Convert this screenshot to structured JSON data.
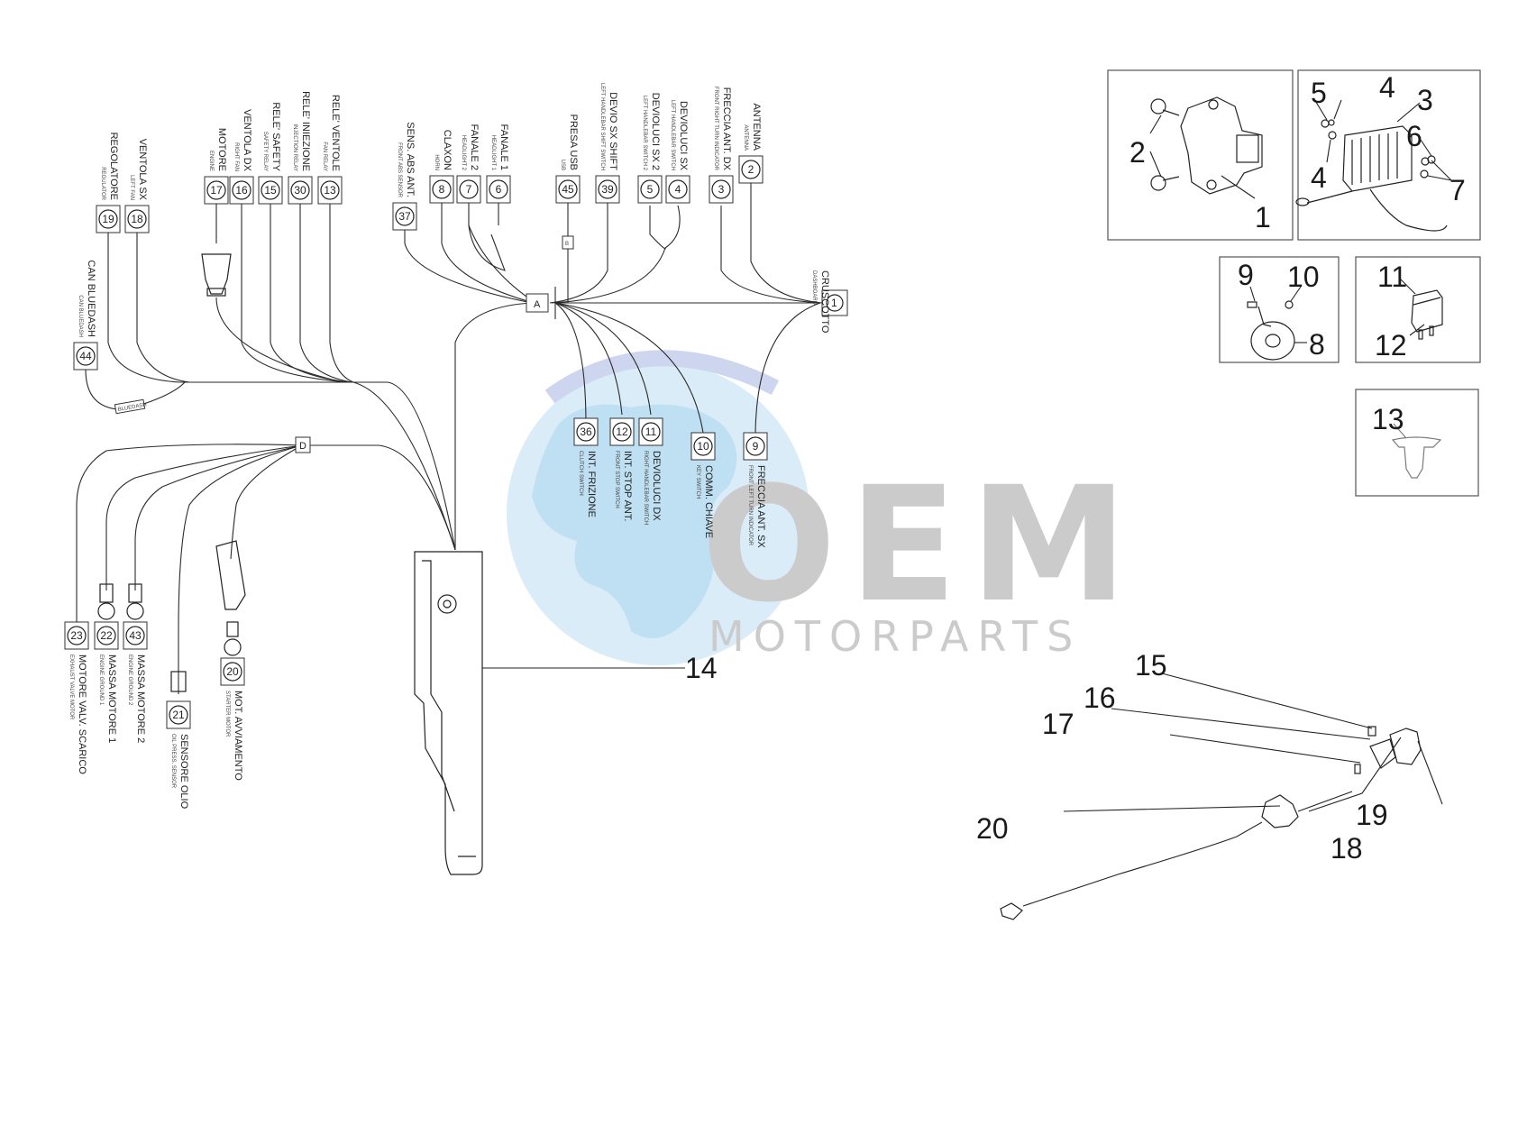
{
  "watermark": {
    "brand": "OEM",
    "tagline": "MOTORPARTS",
    "colors": {
      "globe_water": "#cfe8f7",
      "globe_land": "#b5d8ef",
      "brand_gray": "#c6c6c6",
      "brand_blue": "#5aa9e0"
    }
  },
  "connectors_left": [
    {
      "num": "19",
      "label": "REGOLATORE",
      "sub": "REGULATOR"
    },
    {
      "num": "18",
      "label": "VENTOLA SX",
      "sub": "LEFT FAN"
    },
    {
      "num": "44",
      "label": "CAN BLUEDASH",
      "sub": "CAN BLUEDASH"
    },
    {
      "num": "17",
      "label": "MOTORE",
      "sub": "ENGINE"
    },
    {
      "num": "16",
      "label": "VENTOLA DX",
      "sub": "RIGHT FAN"
    },
    {
      "num": "15",
      "label": "RELE' SAFETY",
      "sub": "SAFETY RELAY"
    },
    {
      "num": "30",
      "label": "RELE' INIEZIONE",
      "sub": "INJECTION RELAY"
    },
    {
      "num": "13",
      "label": "RELE' VENTOLE",
      "sub": "FAN RELAY"
    }
  ],
  "connectors_top": [
    {
      "num": "37",
      "label": "SENS. ABS ANT.",
      "sub": "FRONT ABS SENSOR"
    },
    {
      "num": "8",
      "label": "CLAXON",
      "sub": "HORN"
    },
    {
      "num": "7",
      "label": "FANALE 2",
      "sub": "HEADLIGHT 2"
    },
    {
      "num": "6",
      "label": "FANALE 1",
      "sub": "HEADLIGHT 1"
    },
    {
      "num": "45",
      "label": "PRESA USB",
      "sub": "USB"
    },
    {
      "num": "39",
      "label": "DEVIO SX SHIFT",
      "sub": "LEFT HANDLEBAR SHIFT SWITCH"
    },
    {
      "num": "5",
      "label": "DEVIOLUCI SX 2",
      "sub": "LEFT HANDLEBAR SWITCH 2"
    },
    {
      "num": "4",
      "label": "DEVIOLUCI SX",
      "sub": "LEFT HANDLEBAR SWITCH"
    },
    {
      "num": "3",
      "label": "FRECCIA ANT. DX",
      "sub": "FRONT RIGHT TURN INDICATOR"
    },
    {
      "num": "2",
      "label": "ANTENNA",
      "sub": "ANTENNA"
    }
  ],
  "connectors_mid": [
    {
      "num": "36",
      "label": "INT. FRIZIONE",
      "sub": "CLUTCH SWITCH"
    },
    {
      "num": "12",
      "label": "INT. STOP ANT.",
      "sub": "FRONT STOP SWITCH"
    },
    {
      "num": "11",
      "label": "DEVIOLUCI DX",
      "sub": "RIGHT HANDLEBAR SWITCH"
    },
    {
      "num": "10",
      "label": "COMM. CHIAVE",
      "sub": "KEY SWITCH"
    },
    {
      "num": "9",
      "label": "FRECCIA ANT. SX",
      "sub": "FRONT LEFT TURN INDICATOR"
    }
  ],
  "connectors_bottom": [
    {
      "num": "23",
      "label": "MOTORE VALV. SCARICO",
      "sub": "EXHAUST VALVE MOTOR"
    },
    {
      "num": "22",
      "label": "MASSA MOTORE 1",
      "sub": "ENGINE GROUND 1"
    },
    {
      "num": "43",
      "label": "MASSA MOTORE 2",
      "sub": "ENGINE GROUND 2"
    },
    {
      "num": "21",
      "label": "SENSORE OLIO",
      "sub": "OIL PRESS. SENSOR"
    },
    {
      "num": "20",
      "label": "MOT. AVVIAMENTO",
      "sub": "STARTER MOTOR"
    }
  ],
  "junctions": {
    "a": "A",
    "d": "D",
    "dash": "1",
    "dash_label": "CRUSCOTTO",
    "dash_sub": "DASHBOARD",
    "usb_tag": "B",
    "can_tag": "BLUEDASH"
  },
  "callouts": [
    "1",
    "2",
    "3",
    "4",
    "4",
    "5",
    "6",
    "7",
    "8",
    "9",
    "10",
    "11",
    "12",
    "13",
    "14",
    "15",
    "16",
    "17",
    "18",
    "19",
    "20"
  ]
}
